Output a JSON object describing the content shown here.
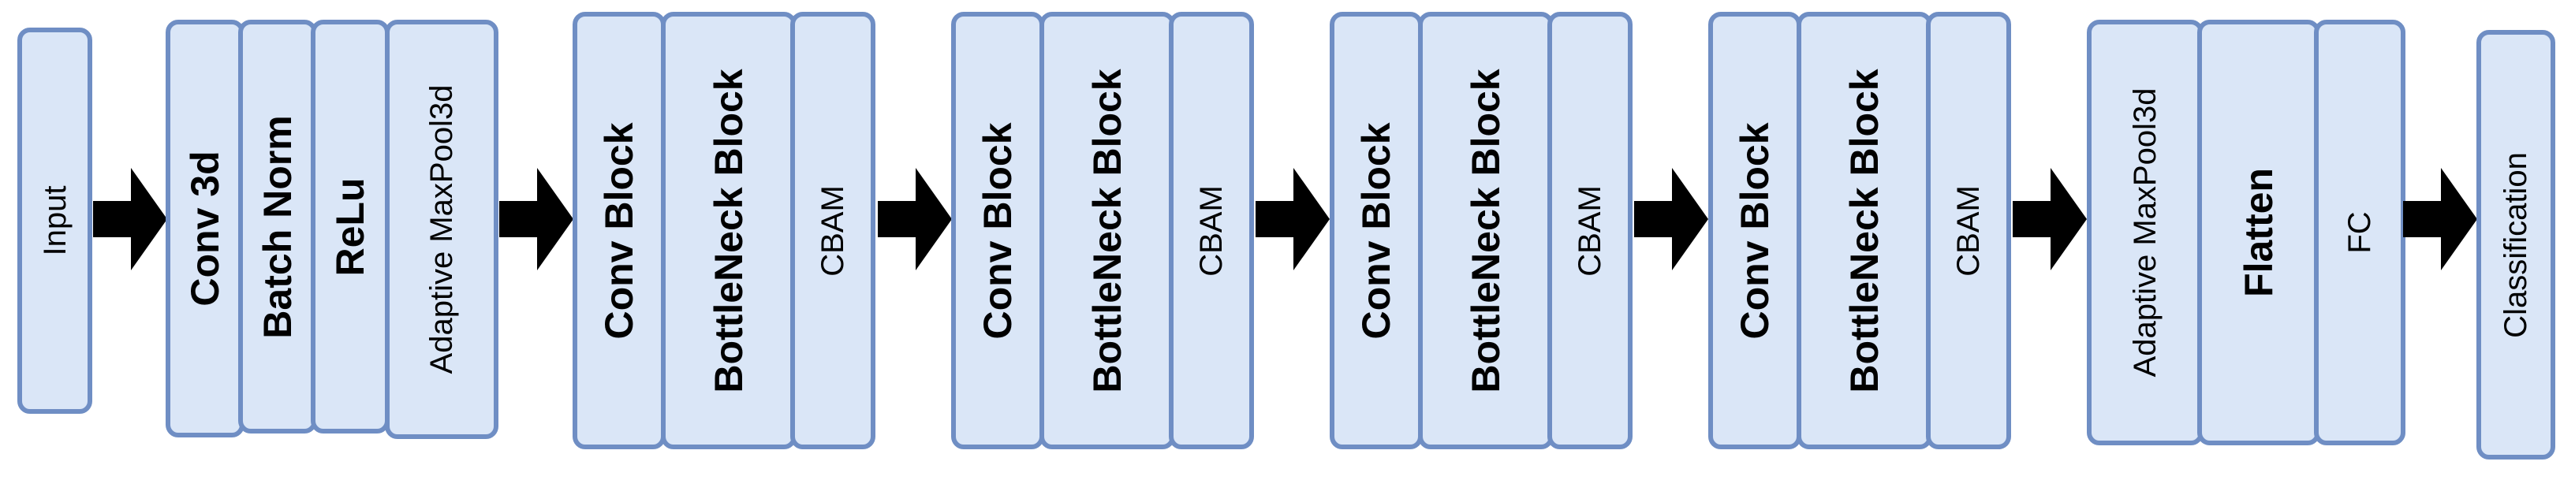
{
  "blocks": {
    "input": "Input",
    "stem": [
      "Conv 3d",
      "Batch Norm",
      "ReLu",
      "Adaptive MaxPool3d"
    ],
    "stage1": [
      "Conv Block",
      "BottleNeck Block",
      "CBAM"
    ],
    "stage2": [
      "Conv Block",
      "BottleNeck Block",
      "CBAM"
    ],
    "stage3": [
      "Conv Block",
      "BottleNeck Block",
      "CBAM"
    ],
    "stage4": [
      "Conv Block",
      "BottleNeck Block",
      "CBAM"
    ],
    "head": [
      "Adaptive MaxPool3d",
      "Flatten",
      "FC"
    ],
    "output": "Classification"
  },
  "colors": {
    "box_fill": "#dae6f7",
    "box_border": "#6f8ec4",
    "arrow": "#000000"
  }
}
